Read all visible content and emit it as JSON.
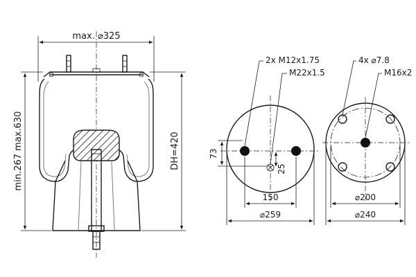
{
  "side_view": {
    "max_diameter": "max. ⌀325",
    "height_range": "min.267 max.630",
    "design_height": "DH=420"
  },
  "top_plate": {
    "thread_label": "2x M12x1.75",
    "center_thread": "M22x1.5",
    "offset_v": "73",
    "offset_small": "25",
    "bolt_spacing": "150",
    "plate_diameter": "⌀259"
  },
  "bottom_plate": {
    "holes_label": "4x ⌀7.8",
    "center_thread": "M16x2",
    "bolt_circle": "⌀200",
    "plate_diameter": "⌀240"
  }
}
